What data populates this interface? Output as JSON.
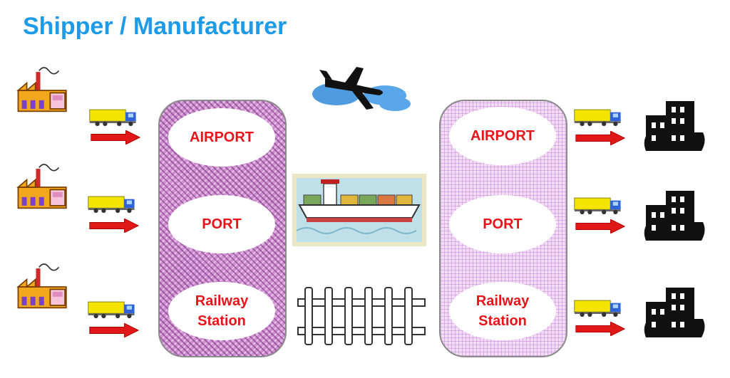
{
  "title": "Shipper / Manufacturer",
  "hubs": {
    "origin": {
      "airport": "AIRPORT",
      "port": "PORT",
      "railway_line1": "Railway",
      "railway_line2": "Station"
    },
    "destination": {
      "airport": "AIRPORT",
      "port": "PORT",
      "railway_line1": "Railway",
      "railway_line2": "Station"
    }
  },
  "icons": {
    "factory": "factory-icon",
    "truck": "truck-icon",
    "arrow": "right-arrow-icon",
    "airplane": "airplane-icon",
    "ship": "cargo-ship-icon",
    "railway": "railway-track-icon",
    "building": "city-buildings-icon"
  },
  "colors": {
    "title": "#1e9be8",
    "node_text": "#e8141a",
    "origin_hub": "#cf8fd0",
    "destination_hub": "#f3dcf5",
    "arrow": "#e01818",
    "truck_cargo": "#f5e400"
  }
}
